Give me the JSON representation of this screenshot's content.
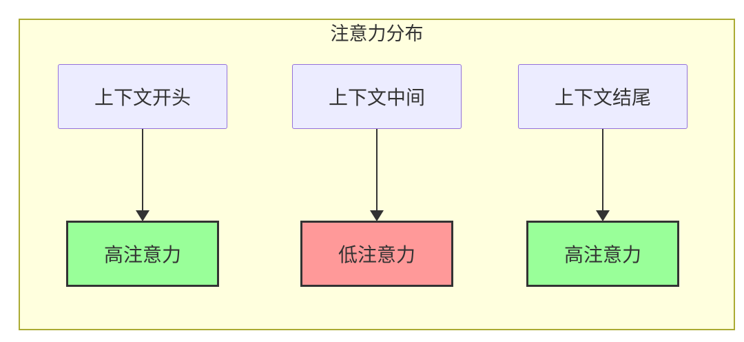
{
  "diagram_title": "注意力分布",
  "colors": {
    "cluster_fill": "#FFFFDE",
    "cluster_border": "#AAAA33",
    "source_node_fill": "#ECECFF",
    "source_node_border": "#9370DB",
    "high_attention_fill": "#99FF99",
    "low_attention_fill": "#FF9999",
    "result_node_border": "#333333",
    "edge_color": "#333333",
    "text_color": "#333333"
  },
  "flow": {
    "columns": [
      {
        "source": "上下文开头",
        "target": "高注意力",
        "target_fill": "#99FF99"
      },
      {
        "source": "上下文中间",
        "target": "低注意力",
        "target_fill": "#FF9999"
      },
      {
        "source": "上下文结尾",
        "target": "高注意力",
        "target_fill": "#99FF99"
      }
    ]
  }
}
